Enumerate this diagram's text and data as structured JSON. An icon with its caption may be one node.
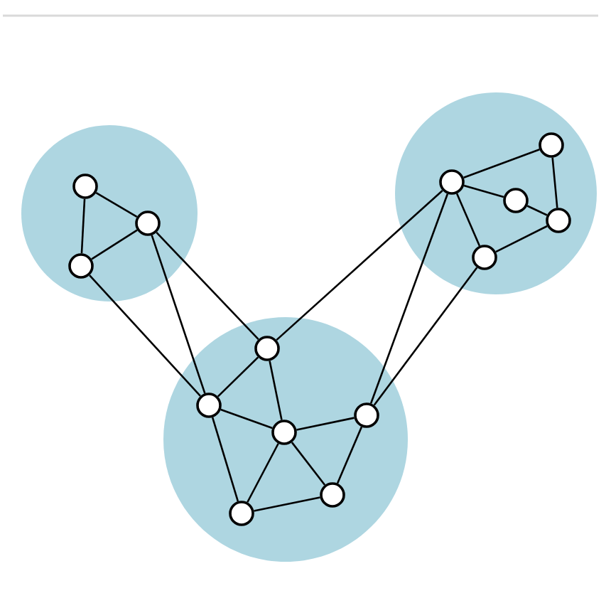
{
  "diagram": {
    "nodes": [
      {
        "text": [],
        "shape": "circle"
      },
      {
        "text": [],
        "shape": "circle",
        "in": 0
      },
      {
        "text": [],
        "shape": "circle",
        "in": 0
      },
      {
        "text": [],
        "shape": "circle",
        "in": 0
      },
      {
        "text": [],
        "shape": "circle"
      },
      {
        "text": [],
        "shape": "circle",
        "in": 4
      },
      {
        "text": [],
        "shape": "circle",
        "in": 4
      },
      {
        "text": [],
        "shape": "circle",
        "in": 4
      },
      {
        "text": [],
        "shape": "circle",
        "in": 4
      },
      {
        "text": [],
        "shape": "circle",
        "in": 4
      },
      {
        "text": [],
        "shape": "circle"
      },
      {
        "text": [],
        "shape": "circle",
        "in": 10
      },
      {
        "text": [],
        "shape": "circle",
        "in": 10
      },
      {
        "text": [],
        "shape": "circle",
        "in": 10
      },
      {
        "text": [],
        "shape": "circle",
        "in": 10
      },
      {
        "text": [],
        "shape": "circle",
        "in": 10
      },
      {
        "text": [],
        "shape": "circle",
        "in": 10
      }
    ],
    "edges": [
      {
        "from": 1,
        "to": 2,
        "arrow": "none"
      },
      {
        "from": 1,
        "to": 3,
        "arrow": "none"
      },
      {
        "from": 2,
        "to": 3,
        "arrow": "none"
      },
      {
        "from": 2,
        "to": 12,
        "arrow": "none"
      },
      {
        "from": 2,
        "to": 11,
        "arrow": "none"
      },
      {
        "from": 3,
        "to": 12,
        "arrow": "none"
      },
      {
        "from": 5,
        "to": 6,
        "arrow": "none"
      },
      {
        "from": 5,
        "to": 7,
        "arrow": "none"
      },
      {
        "from": 7,
        "to": 8,
        "arrow": "none"
      },
      {
        "from": 6,
        "to": 8,
        "arrow": "none"
      },
      {
        "from": 5,
        "to": 9,
        "arrow": "none"
      },
      {
        "from": 9,
        "to": 8,
        "arrow": "none"
      },
      {
        "from": 5,
        "to": 11,
        "arrow": "none"
      },
      {
        "from": 5,
        "to": 14,
        "arrow": "none"
      },
      {
        "from": 9,
        "to": 14,
        "arrow": "none"
      },
      {
        "from": 11,
        "to": 12,
        "arrow": "none"
      },
      {
        "from": 11,
        "to": 13,
        "arrow": "none"
      },
      {
        "from": 12,
        "to": 13,
        "arrow": "none"
      },
      {
        "from": 12,
        "to": 15,
        "arrow": "none"
      },
      {
        "from": 13,
        "to": 15,
        "arrow": "none"
      },
      {
        "from": 13,
        "to": 16,
        "arrow": "none"
      },
      {
        "from": 13,
        "to": 14,
        "arrow": "none"
      },
      {
        "from": 14,
        "to": 16,
        "arrow": "none"
      },
      {
        "from": 15,
        "to": 16,
        "arrow": "none"
      }
    ]
  }
}
